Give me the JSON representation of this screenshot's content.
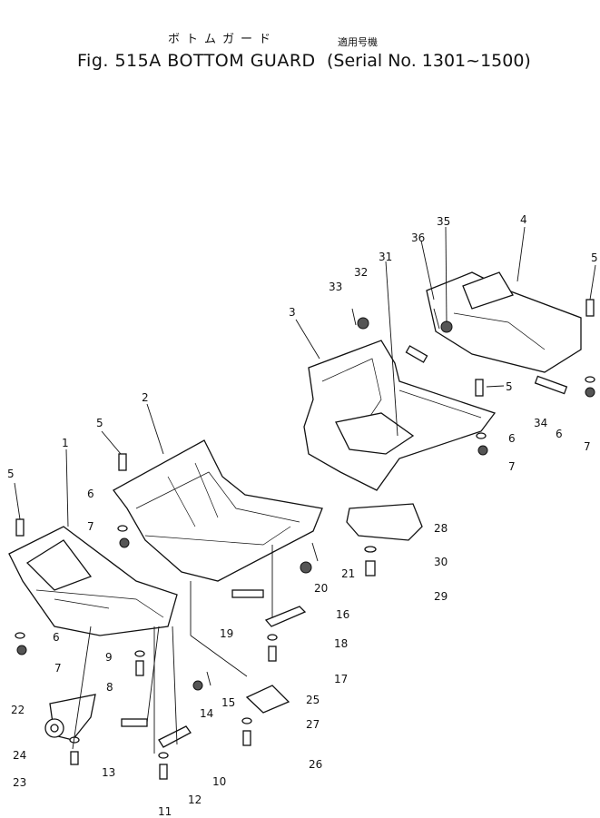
{
  "header": {
    "title_kana": "ボトムガード",
    "title": "Fig. 515A BOTTOM GUARD",
    "applicability_jp": "適用号機",
    "serial": "(Serial No. 1301~1500)"
  },
  "callouts": [
    "1",
    "2",
    "3",
    "4",
    "5",
    "6",
    "7",
    "8",
    "9",
    "10",
    "11",
    "12",
    "13",
    "14",
    "15",
    "16",
    "17",
    "18",
    "19",
    "20",
    "21",
    "22",
    "23",
    "24",
    "25",
    "26",
    "27",
    "28",
    "29",
    "30",
    "31",
    "32",
    "33",
    "34",
    "35",
    "36"
  ]
}
